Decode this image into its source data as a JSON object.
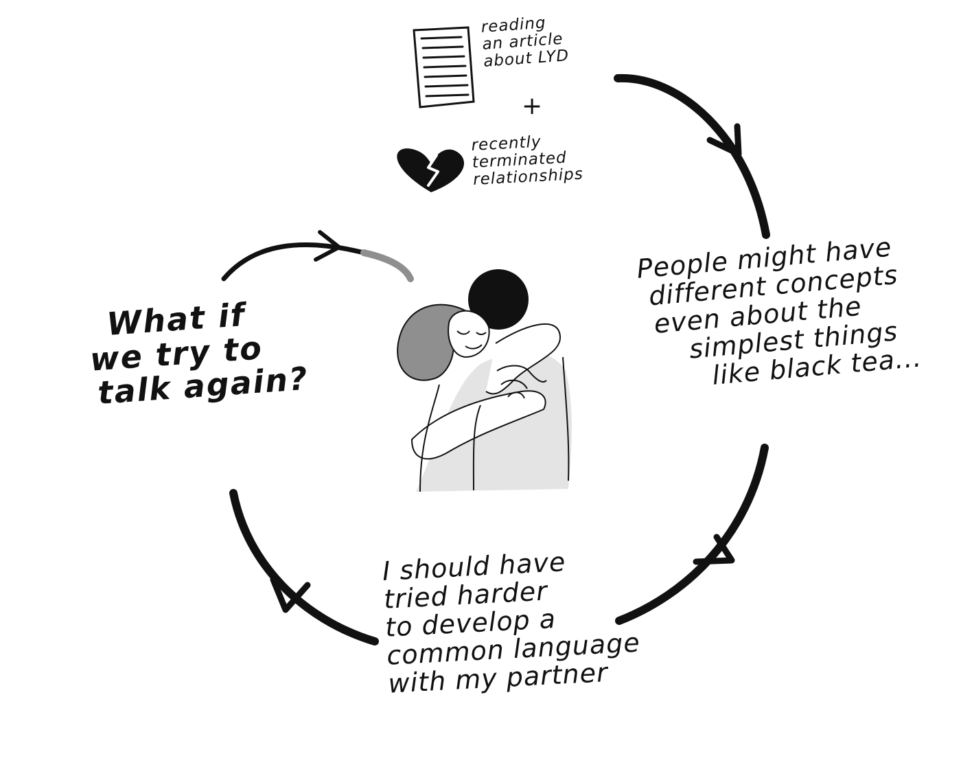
{
  "notes": {
    "reading": [
      "reading",
      "an article",
      "about LYD"
    ],
    "plus": "+",
    "heartbreak": [
      "recently",
      "terminated",
      "relationships"
    ],
    "people": [
      "People might have",
      "different concepts",
      "even about the",
      "simplest things",
      "like black tea..."
    ],
    "should": [
      "I should have",
      "tried harder",
      "to develop a",
      "common language",
      "with my partner"
    ],
    "whatif": [
      "What if",
      "we try to",
      "talk again?"
    ]
  },
  "colors": {
    "ink": "#111111",
    "shade": "#8f8f8f",
    "light_shade": "#d9d9d9"
  },
  "icons": [
    "document-icon",
    "broken-heart-icon",
    "hugging-couple-illustration"
  ]
}
